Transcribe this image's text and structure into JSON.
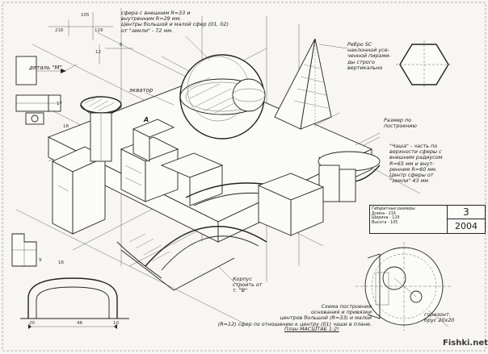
{
  "notes": {
    "sphere": "сфера с внешним R=33 и\nвнутренним R=29 мм.\nЦентры большой и малой сфер (01, 02)\nот \"земли\" - 72 мм.",
    "rib": "Ребро SC\nнаклонной усе-\nченной пирами-\nды строго\nвертикально",
    "size_by_construction": "Размер по\nпостроению",
    "bowl": "\"Чаша\" - часть по\nверхности сферы с\nвнешним радиусом\nR=65 мм и внут-\nренним R=60 мм.\nЦентр сферы от\n\"земли\" 43 мм",
    "body": "Корпус\nстроить от\nт. \"В\"",
    "scheme": "Схема построения\nоснования и привязки\nцентров большой (R=33) и малой\n(R=12) сфер по отношению к центру (01) чаши в плане.",
    "plan_scale": "План МАСШТАБ 1:2!",
    "beam": "горизонт.\nбрус 20х20"
  },
  "labels": {
    "detail_m": "деталь \"М\"",
    "equator": "экватор",
    "point_a": "A"
  },
  "dimensions": {
    "d105": "105",
    "d216": "216",
    "d129": "129",
    "d12": "12",
    "d8": "8",
    "d17": "17",
    "d18": "18",
    "d9": "9",
    "d16": "16",
    "d20": "20",
    "d48": "48",
    "d10": "10"
  },
  "title_block": {
    "heading": "Габаритные размеры",
    "length": "Длина - 216",
    "width": "Ширина - 129",
    "height": "Высота - 105",
    "sheet_number": "3",
    "year": "2004"
  },
  "watermark": "Fishki.net",
  "colors": {
    "ink": "#222222",
    "paper": "#f7f6f2"
  }
}
